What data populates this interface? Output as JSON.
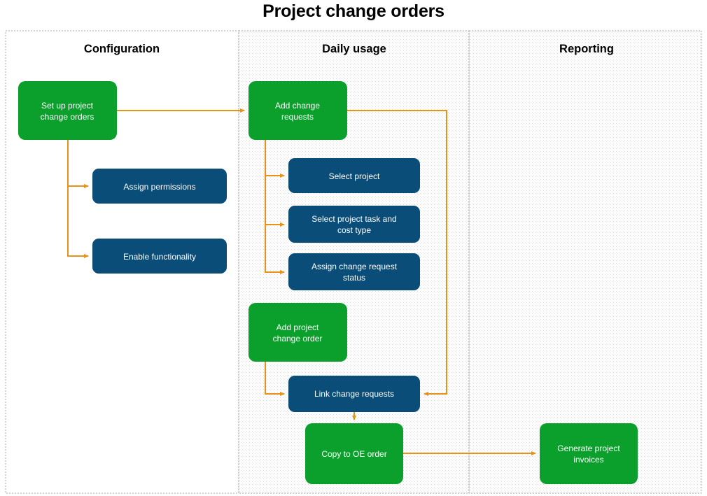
{
  "title": "Project change orders",
  "colors": {
    "green": "#0ba02c",
    "navy": "#0a4d78",
    "arrow": "#e8921a",
    "lane_border": "#b8b8b8",
    "lane_fill_plain": "#ffffff",
    "title_text": "#000000",
    "node_text": "#ffffff"
  },
  "swimlanes": [
    {
      "id": "configuration",
      "label": "Configuration"
    },
    {
      "id": "daily-usage",
      "label": "Daily usage"
    },
    {
      "id": "reporting",
      "label": "Reporting"
    }
  ],
  "nodes": [
    {
      "id": "set-up-project-change-orders",
      "lane": "configuration",
      "type": "green",
      "lines": [
        "Set up project",
        "change orders"
      ]
    },
    {
      "id": "assign-permissions",
      "lane": "configuration",
      "type": "navy",
      "lines": [
        "Assign permissions"
      ]
    },
    {
      "id": "enable-functionality",
      "lane": "configuration",
      "type": "navy",
      "lines": [
        "Enable functionality"
      ]
    },
    {
      "id": "add-change-requests",
      "lane": "daily-usage",
      "type": "green",
      "lines": [
        "Add change",
        "requests"
      ]
    },
    {
      "id": "select-project",
      "lane": "daily-usage",
      "type": "navy",
      "lines": [
        "Select project"
      ]
    },
    {
      "id": "select-project-task-and-cost-type",
      "lane": "daily-usage",
      "type": "navy",
      "lines": [
        "Select project task and",
        "cost type"
      ]
    },
    {
      "id": "assign-change-request-status",
      "lane": "daily-usage",
      "type": "navy",
      "lines": [
        "Assign change request",
        "status"
      ]
    },
    {
      "id": "add-project-change-order",
      "lane": "daily-usage",
      "type": "green",
      "lines": [
        "Add project",
        "change order"
      ]
    },
    {
      "id": "link-change-requests",
      "lane": "daily-usage",
      "type": "navy",
      "lines": [
        "Link change requests"
      ]
    },
    {
      "id": "copy-to-oe-order",
      "lane": "daily-usage",
      "type": "green",
      "lines": [
        "Copy to OE order"
      ]
    },
    {
      "id": "generate-project-invoices",
      "lane": "reporting",
      "type": "green",
      "lines": [
        "Generate project",
        "invoices"
      ]
    }
  ],
  "connections": [
    {
      "from": "set-up-project-change-orders",
      "to": "add-change-requests"
    },
    {
      "from": "set-up-project-change-orders",
      "to": "assign-permissions"
    },
    {
      "from": "set-up-project-change-orders",
      "to": "enable-functionality"
    },
    {
      "from": "add-change-requests",
      "to": "select-project"
    },
    {
      "from": "add-change-requests",
      "to": "select-project-task-and-cost-type"
    },
    {
      "from": "add-change-requests",
      "to": "assign-change-request-status"
    },
    {
      "from": "add-change-requests",
      "to": "link-change-requests"
    },
    {
      "from": "add-project-change-order",
      "to": "link-change-requests"
    },
    {
      "from": "link-change-requests",
      "to": "copy-to-oe-order"
    },
    {
      "from": "copy-to-oe-order",
      "to": "generate-project-invoices"
    }
  ]
}
